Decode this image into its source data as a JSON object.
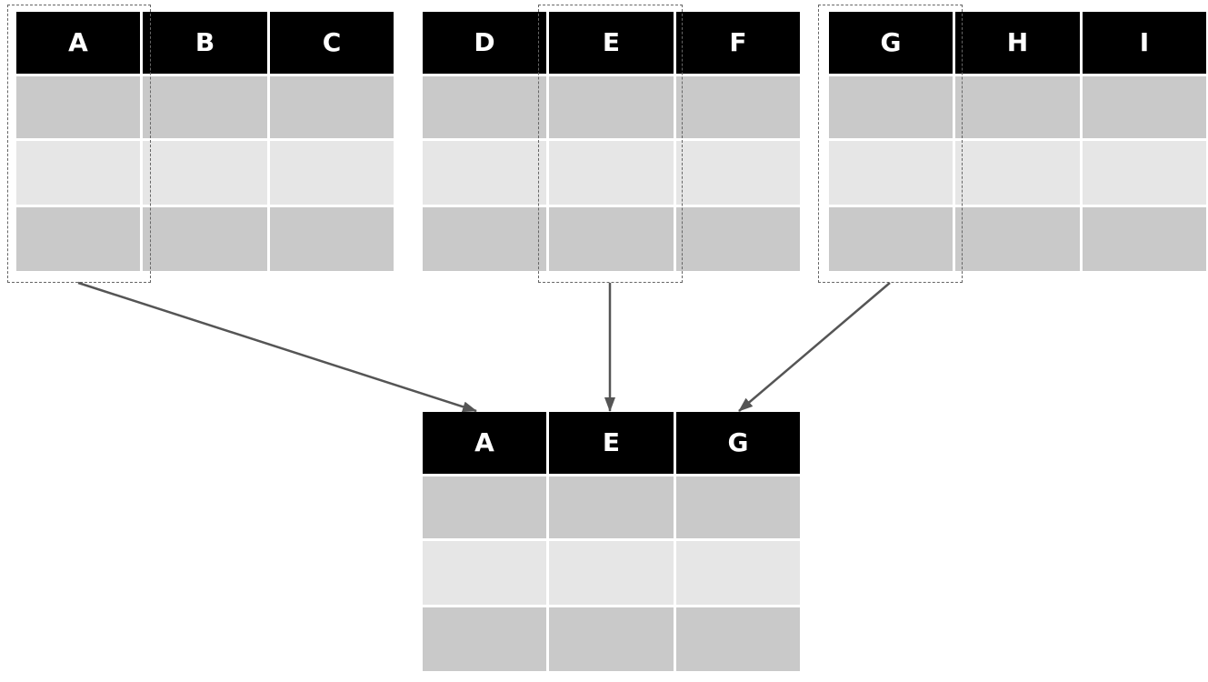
{
  "source_tables": [
    {
      "headers": [
        "A",
        "B",
        "C"
      ]
    },
    {
      "headers": [
        "D",
        "E",
        "F"
      ]
    },
    {
      "headers": [
        "G",
        "H",
        "I"
      ]
    }
  ],
  "result_table": {
    "headers": [
      "A",
      "E",
      "G"
    ]
  },
  "colors": {
    "header_bg": "#000000",
    "header_text": "#ffffff",
    "row_dark": "#c9c9c9",
    "row_light": "#e6e6e6",
    "arrow": "#555555",
    "dashed_border": "#666666"
  }
}
